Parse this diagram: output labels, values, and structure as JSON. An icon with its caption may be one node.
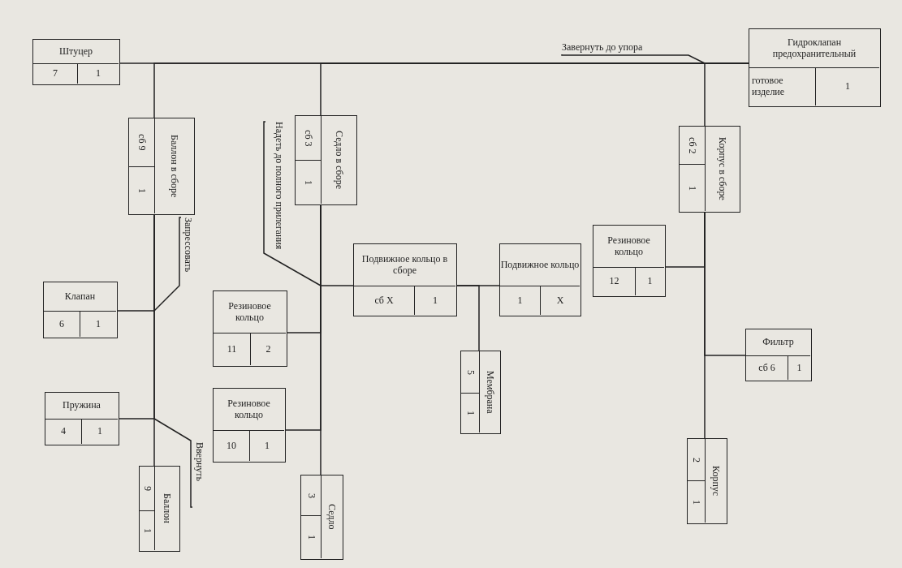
{
  "diagram": {
    "nodes": [
      {
        "text": [
          "Штуцер",
          "7",
          "1"
        ]
      },
      {
        "text": [
          "Гидроклапан предохранительный",
          "готовое изделие",
          "1"
        ]
      },
      {
        "text": [
          "Баллон в сборе",
          "сб 9",
          "1"
        ]
      },
      {
        "text": [
          "Седло в сборе",
          "сб 3",
          "1"
        ]
      },
      {
        "text": [
          "Корпус в сборе",
          "сб 2",
          "1"
        ]
      },
      {
        "text": [
          "Клапан",
          "6",
          "1"
        ]
      },
      {
        "text": [
          "Пружина",
          "4",
          "1"
        ]
      },
      {
        "text": [
          "Баллон",
          "9",
          "1"
        ]
      },
      {
        "text": [
          "Резиновое кольцо",
          "11",
          "2"
        ]
      },
      {
        "text": [
          "Резиновое кольцо",
          "10",
          "1"
        ]
      },
      {
        "text": [
          "Седло",
          "3",
          "1"
        ]
      },
      {
        "text": [
          "Подвижное кольцо в сборе",
          "сб X",
          "1"
        ]
      },
      {
        "text": [
          "Подвижное кольцо",
          "1",
          "X"
        ]
      },
      {
        "text": [
          "Резиновое кольцо",
          "12",
          "1"
        ]
      },
      {
        "text": [
          "Мембрана",
          "5",
          "1"
        ]
      },
      {
        "text": [
          "Фильтр",
          "сб 6",
          "1"
        ]
      },
      {
        "text": [
          "Корпус",
          "2",
          "1"
        ]
      },
      {
        "text": [
          "Завернуть до упора"
        ]
      },
      {
        "text": [
          "Надеть до полного прилегания"
        ]
      },
      {
        "text": [
          "Запрессовать"
        ]
      },
      {
        "text": [
          "Ввернуть"
        ]
      }
    ],
    "edges": [
      {
        "from": 0,
        "to": 1,
        "arrow": "none"
      },
      {
        "from": 2,
        "to": 1,
        "arrow": "none"
      },
      {
        "from": 3,
        "to": 1,
        "arrow": "none"
      },
      {
        "from": 4,
        "to": 1,
        "arrow": "none"
      },
      {
        "from": 5,
        "to": 2,
        "arrow": "none"
      },
      {
        "from": 6,
        "to": 2,
        "arrow": "none"
      },
      {
        "from": 7,
        "to": 2,
        "arrow": "none"
      },
      {
        "from": 8,
        "to": 3,
        "arrow": "none"
      },
      {
        "from": 9,
        "to": 3,
        "arrow": "none"
      },
      {
        "from": 10,
        "to": 3,
        "arrow": "none"
      },
      {
        "from": 11,
        "to": 3,
        "arrow": "none"
      },
      {
        "from": 12,
        "to": 11,
        "arrow": "none"
      },
      {
        "from": 14,
        "to": 11,
        "arrow": "none"
      },
      {
        "from": 13,
        "to": 4,
        "arrow": "none"
      },
      {
        "from": 15,
        "to": 4,
        "arrow": "none"
      },
      {
        "from": 16,
        "to": 4,
        "arrow": "none"
      },
      {
        "from": 17,
        "to": null,
        "arrow": "none"
      },
      {
        "from": 18,
        "to": null,
        "arrow": "none"
      },
      {
        "from": 19,
        "to": null,
        "arrow": "none"
      },
      {
        "from": 20,
        "to": null,
        "arrow": "none"
      }
    ]
  }
}
